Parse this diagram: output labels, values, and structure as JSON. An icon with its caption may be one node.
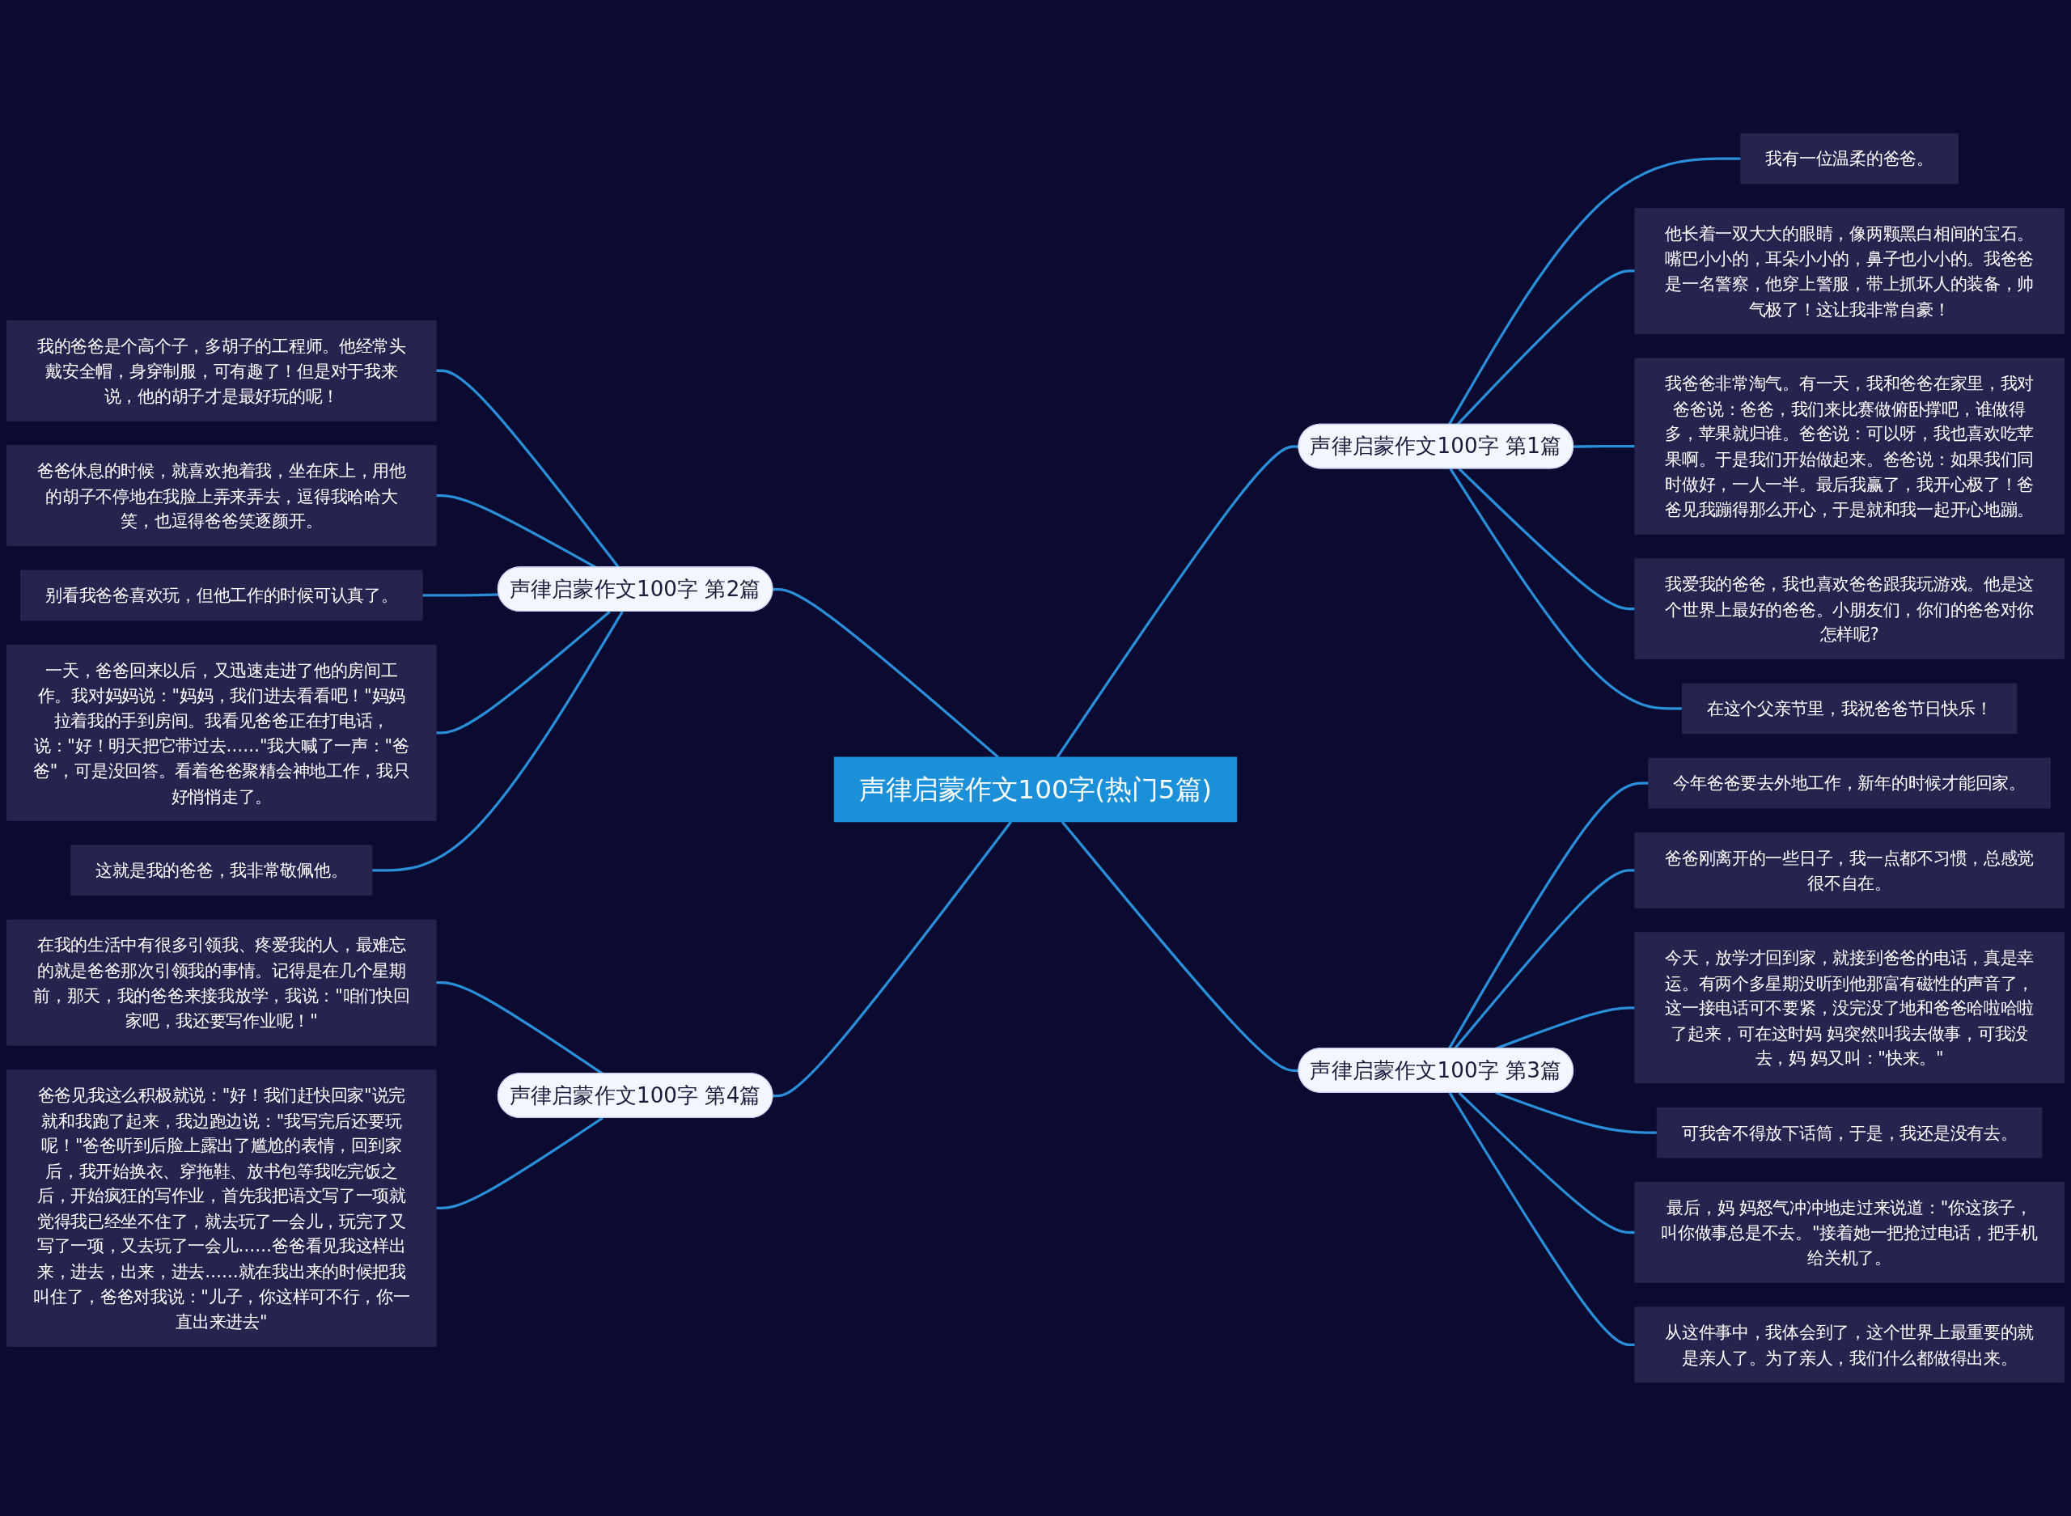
{
  "diagram": {
    "nodes": [
      {
        "text": [
          "声律启蒙作文100字(热门5篇)"
        ]
      },
      {
        "text": [
          "声律启蒙作文100字 第1篇"
        ]
      },
      {
        "text": [
          "我有一位温柔的爸爸。"
        ]
      },
      {
        "text": [
          "他长着一双大大的眼睛，像两颗黑白相间的宝石。嘴巴小小的，耳朵小小的，鼻子也小小的。我爸爸是一名警察，他穿上警服，带上抓坏人的装备，帅气极了！这让我非常自豪！"
        ]
      },
      {
        "text": [
          "我爸爸非常淘气。有一天，我和爸爸在家里，我对爸爸说：爸爸，我们来比赛做俯卧撑吧，谁做得多，苹果就归谁。爸爸说：可以呀，我也喜欢吃苹果啊。于是我们开始做起来。爸爸说：如果我们同时做好，一人一半。最后我赢了，我开心极了！爸爸见我蹦得那么开心，于是就和我一起开心地蹦。"
        ]
      },
      {
        "text": [
          "我爱我的爸爸，我也喜欢爸爸跟我玩游戏。他是这个世界上最好的爸爸。小朋友们，你们的爸爸对你怎样呢?"
        ]
      },
      {
        "text": [
          "在这个父亲节里，我祝爸爸节日快乐！"
        ]
      },
      {
        "text": [
          "声律启蒙作文100字 第2篇"
        ]
      },
      {
        "text": [
          "我的爸爸是个高个子，多胡子的工程师。他经常头戴安全帽，身穿制服，可有趣了！但是对于我来说，他的胡子才是最好玩的呢！"
        ]
      },
      {
        "text": [
          "爸爸休息的时候，就喜欢抱着我，坐在床上，用他的胡子不停地在我脸上弄来弄去，逗得我哈哈大笑，也逗得爸爸笑逐颜开。"
        ]
      },
      {
        "text": [
          "别看我爸爸喜欢玩，但他工作的时候可认真了。"
        ]
      },
      {
        "text": [
          "一天，爸爸回来以后，又迅速走进了他的房间工作。我对妈妈说：\"妈妈，我们进去看看吧！\"妈妈拉着我的手到房间。我看见爸爸正在打电话，说：\"好！明天把它带过去……\"我大喊了一声：\"爸爸\"，可是没回答。看着爸爸聚精会神地工作，我只好悄悄走了。"
        ]
      },
      {
        "text": [
          "这就是我的爸爸，我非常敬佩他。"
        ]
      },
      {
        "text": [
          "声律启蒙作文100字 第3篇"
        ]
      },
      {
        "text": [
          "今年爸爸要去外地工作，新年的时候才能回家。"
        ]
      },
      {
        "text": [
          "爸爸刚离开的一些日子，我一点都不习惯，总感觉很不自在。"
        ]
      },
      {
        "text": [
          "今天，放学才回到家，就接到爸爸的电话，真是幸运。有两个多星期没听到他那富有磁性的声音了，这一接电话可不要紧，没完没了地和爸爸哈啦哈啦了起来，可在这时妈 妈突然叫我去做事，可我没去，妈 妈又叫：\"快来。\""
        ]
      },
      {
        "text": [
          "可我舍不得放下话筒，于是，我还是没有去。"
        ]
      },
      {
        "text": [
          "最后，妈 妈怒气冲冲地走过来说道：\"你这孩子，叫你做事总是不去。\"接着她一把抢过电话，把手机给关机了。"
        ]
      },
      {
        "text": [
          "从这件事中，我体会到了，这个世界上最重要的就是亲人了。为了亲人，我们什么都做得出来。"
        ]
      },
      {
        "text": [
          "声律启蒙作文100字 第4篇"
        ]
      },
      {
        "text": [
          "在我的生活中有很多引领我、疼爱我的人，最难忘的就是爸爸那次引领我的事情。记得是在几个星期前，那天，我的爸爸来接我放学，我说：\"咱们快回家吧，我还要写作业呢！\""
        ]
      },
      {
        "text": [
          "爸爸见我这么积极就说：\"好！我们赶快回家\"说完就和我跑了起来，我边跑边说：\"我写完后还要玩呢！\"爸爸听到后脸上露出了尴尬的表情，回到家后，我开始换衣、穿拖鞋、放书包等我吃完饭之后，开始疯狂的写作业，首先我把语文写了一项就觉得我已经坐不住了，就去玩了一会儿，玩完了又写了一项，又去玩了一会儿……爸爸看见我这样出来，进去，出来，进去……就在我出来的时候把我叫住了，爸爸对我说：\"儿子，你这样可不行，你一直出来进去\""
        ]
      }
    ],
    "edges": [
      {
        "from": 0,
        "to": 1,
        "arrow": "none"
      },
      {
        "from": 1,
        "to": 2,
        "arrow": "none"
      },
      {
        "from": 1,
        "to": 3,
        "arrow": "none"
      },
      {
        "from": 1,
        "to": 4,
        "arrow": "none"
      },
      {
        "from": 1,
        "to": 5,
        "arrow": "none"
      },
      {
        "from": 1,
        "to": 6,
        "arrow": "none"
      },
      {
        "from": 0,
        "to": 7,
        "arrow": "none"
      },
      {
        "from": 7,
        "to": 8,
        "arrow": "none"
      },
      {
        "from": 7,
        "to": 9,
        "arrow": "none"
      },
      {
        "from": 7,
        "to": 10,
        "arrow": "none"
      },
      {
        "from": 7,
        "to": 11,
        "arrow": "none"
      },
      {
        "from": 7,
        "to": 12,
        "arrow": "none"
      },
      {
        "from": 0,
        "to": 13,
        "arrow": "none"
      },
      {
        "from": 13,
        "to": 14,
        "arrow": "none"
      },
      {
        "from": 13,
        "to": 15,
        "arrow": "none"
      },
      {
        "from": 13,
        "to": 16,
        "arrow": "none"
      },
      {
        "from": 13,
        "to": 17,
        "arrow": "none"
      },
      {
        "from": 13,
        "to": 18,
        "arrow": "none"
      },
      {
        "from": 13,
        "to": 19,
        "arrow": "none"
      },
      {
        "from": 0,
        "to": 20,
        "arrow": "none"
      },
      {
        "from": 20,
        "to": 21,
        "arrow": "none"
      },
      {
        "from": 20,
        "to": 22,
        "arrow": "none"
      }
    ]
  }
}
